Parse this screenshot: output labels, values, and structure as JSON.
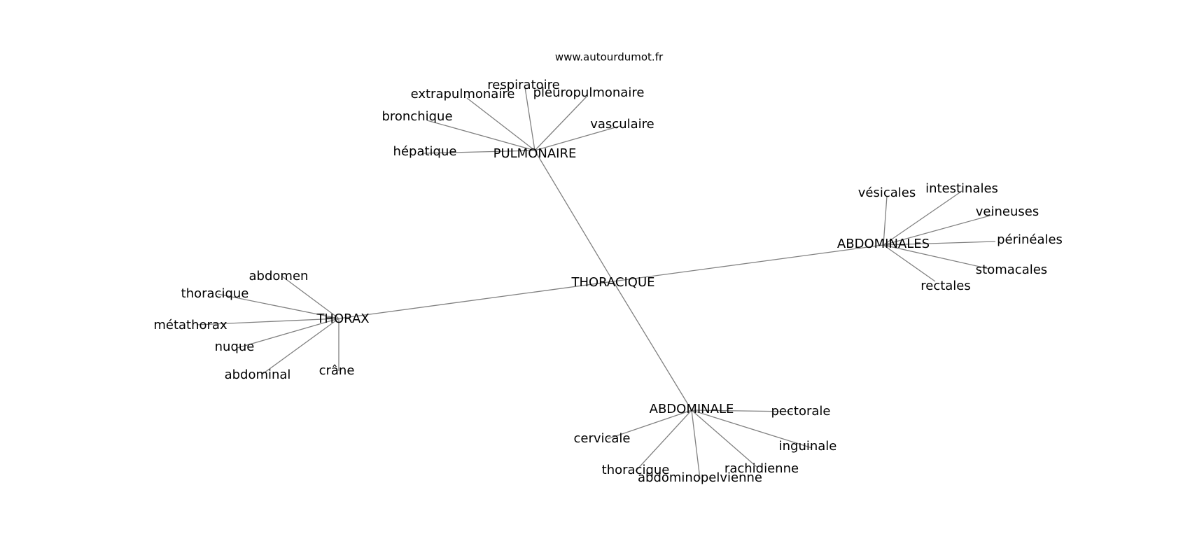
{
  "watermark": "www.autourdumot.fr",
  "colors": {
    "edge": "#808080",
    "text": "#000000",
    "background": "#ffffff"
  },
  "graph": {
    "center": "THORACIQUE",
    "hubs": [
      {
        "label": "PULMONAIRE",
        "leaves": [
          "respiratoire",
          "extrapulmonaire",
          "pleuropulmonaire",
          "bronchique",
          "vasculaire",
          "hépatique"
        ]
      },
      {
        "label": "ABDOMINALES",
        "leaves": [
          "vésicales",
          "intestinales",
          "veineuses",
          "périnéales",
          "stomacales",
          "rectales"
        ]
      },
      {
        "label": "THORAX",
        "leaves": [
          "abdomen",
          "thoracique",
          "métathorax",
          "nuque",
          "abdominal",
          "crâne"
        ]
      },
      {
        "label": "ABDOMINALE",
        "leaves": [
          "pectorale",
          "cervicale",
          "inguinale",
          "rachidienne",
          "thoracique",
          "abdominopelvienne"
        ]
      }
    ]
  }
}
